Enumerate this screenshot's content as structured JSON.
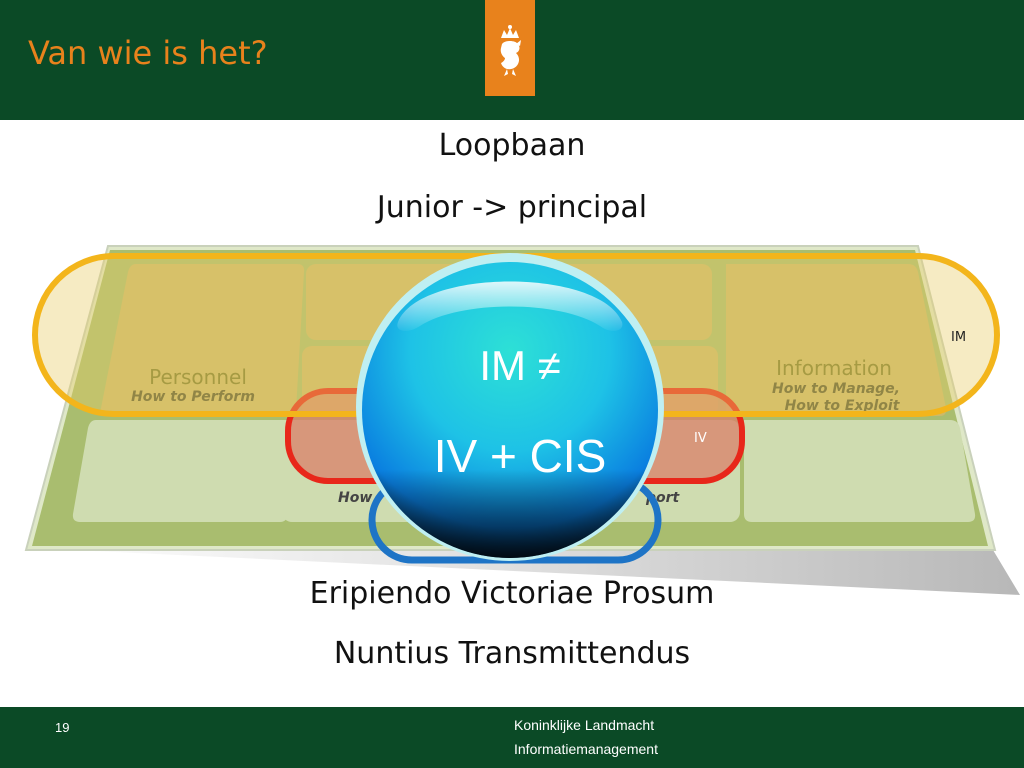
{
  "slide": {
    "title": "Van wie is het?",
    "lines_top": [
      "Loopbaan",
      "Junior -> principal"
    ],
    "lines_bottom": [
      "Eripiendo Victoriae Prosum",
      "Nuntius Transmittendus"
    ],
    "page_number": "19",
    "org_lines": [
      "Koninklijke Landmacht",
      "Informatiemanagement"
    ]
  },
  "diagram": {
    "panel_left": {
      "title": "Personnel",
      "subtitle": "How to Perform"
    },
    "panel_right": {
      "title": "Information",
      "subtitle1": "How to Manage,",
      "subtitle2": "How to Exploit"
    },
    "panel_bottom_left_fragment": "How",
    "panel_bottom_right_fragment": "port",
    "label_im": "IM",
    "label_iv": "IV",
    "sphere_line1": "IM ≠",
    "sphere_line2": "IV + CIS"
  },
  "colors": {
    "header_green": "#0b4a26",
    "title_orange": "#e8821c",
    "im_yellow": "#f3b51b",
    "iv_red": "#e8271a",
    "cis_blue": "#1e74c6"
  },
  "icons": {
    "logo": "royal-lion-crest-icon"
  }
}
